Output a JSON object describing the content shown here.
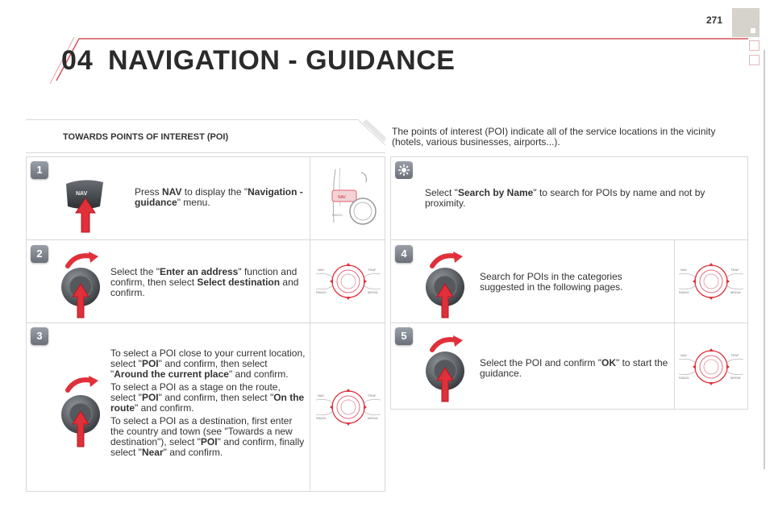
{
  "header": {
    "page_number": "271",
    "chapter_number": "04",
    "chapter_title": "NAVIGATION - GUIDANCE"
  },
  "section": {
    "title": "TOWARDS POINTS OF INTEREST (POI)",
    "intro": "The points of interest (POI) indicate all of the service locations in the vicinity (hotels, various businesses, airports...)."
  },
  "steps": {
    "s1": {
      "badge": "1",
      "t1": "Press ",
      "b1": "NAV",
      "t2": " to display the \"",
      "b2": "Navigation - guidance",
      "t3": "\" menu.",
      "nav_label": "NAV"
    },
    "s2": {
      "badge": "2",
      "t1": "Select the \"",
      "b1": "Enter an address",
      "t2": "\" function and confirm, then select ",
      "b2": "Select destination",
      "t3": " and confirm."
    },
    "s3": {
      "badge": "3",
      "p1": {
        "t1": "To select a POI close to your current location, select \"",
        "b1": "POI",
        "t2": "\" and confirm, then select \"",
        "b2": "Around the current place",
        "t3": "\" and confirm."
      },
      "p2": {
        "t1": "To select a POI as a stage on the route, select \"",
        "b1": "POI",
        "t2": "\" and confirm, then select \"",
        "b2": "On the route",
        "t3": "\" and confirm."
      },
      "p3": {
        "t1": "To select a POI as a destination, first enter the country and town (see \"Towards a new destination\"), select \"",
        "b1": "POI",
        "t2": "\" and confirm, finally select \"",
        "b2": "Near",
        "t3": "\" and confirm."
      }
    },
    "s_settings": {
      "t1": "Select \"",
      "b1": "Search by Name",
      "t2": "\" to search for POIs by name and not by proximity."
    },
    "s4": {
      "badge": "4",
      "text": "Search for POIs in the categories suggested in the following pages."
    },
    "s5": {
      "badge": "5",
      "t1": "Select the POI and confirm \"",
      "b1": "OK",
      "t2": "\" to start the guidance."
    }
  },
  "control_labels": {
    "nav": "NAV",
    "traf": "TRAF",
    "radio": "RADIO",
    "media": "MEDIA"
  },
  "colors": {
    "accent_red": "#e0303a",
    "header_line": "#d5545c",
    "panel_border": "#d8d8d8",
    "text": "#333333"
  }
}
